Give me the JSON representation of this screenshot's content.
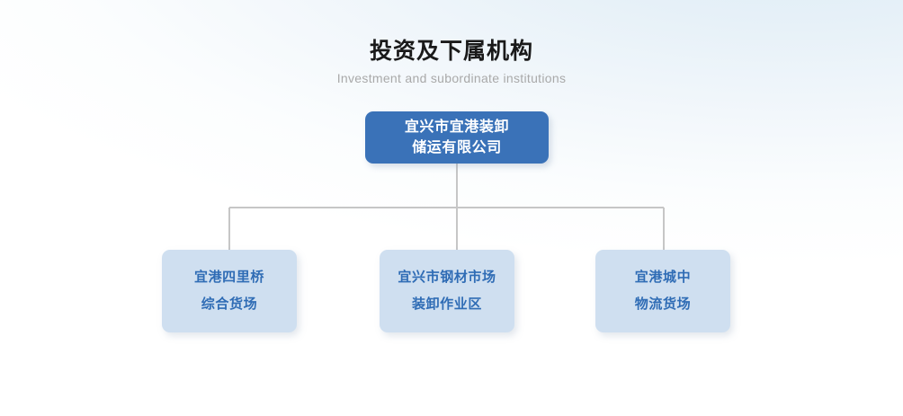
{
  "header": {
    "title": "投资及下属机构",
    "subtitle": "Investment and subordinate institutions"
  },
  "colors": {
    "root_fill": "#3a72b8",
    "root_text": "#ffffff",
    "child_fill": "#cfdff0",
    "child_text": "#2f6cb5",
    "connector": "#c6c6c6",
    "title_text": "#1a1a1a",
    "subtitle_text": "#a9a9a9",
    "background_top": "#e7f1f8",
    "background_bottom": "#ffffff"
  },
  "chart_data": {
    "type": "diagram",
    "title": "投资及下属机构",
    "subtitle": "Investment and subordinate institutions",
    "layout": "top-down org chart, one root with three children joined by a horizontal bus",
    "root": {
      "id": "root",
      "lines": [
        "宜兴市宜港装卸",
        "储运有限公司"
      ]
    },
    "children": [
      {
        "id": "child-1",
        "lines": [
          "宜港四里桥",
          "综合货场"
        ]
      },
      {
        "id": "child-2",
        "lines": [
          "宜兴市钢材市场",
          "装卸作业区"
        ]
      },
      {
        "id": "child-3",
        "lines": [
          "宜港城中",
          "物流货场"
        ]
      }
    ]
  }
}
